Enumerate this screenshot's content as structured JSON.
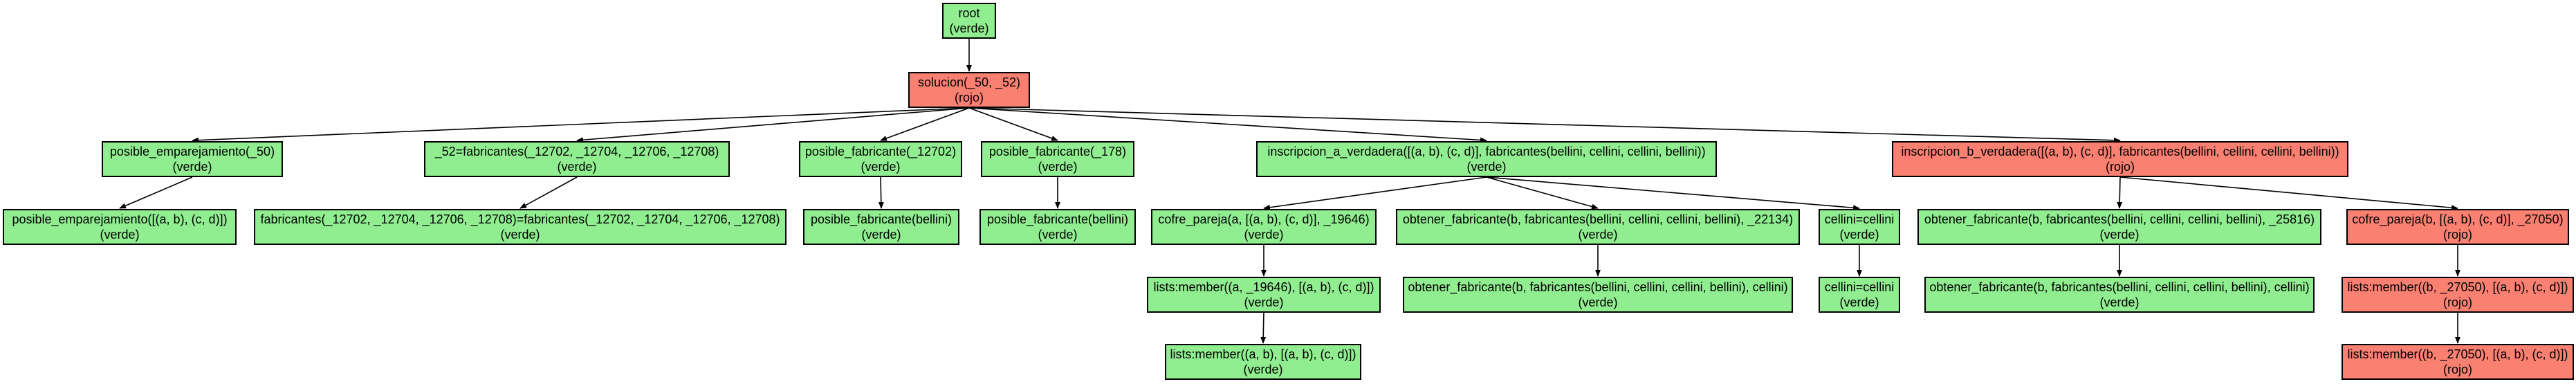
{
  "colors": {
    "verde": "#90ee90",
    "rojo": "#fa8072",
    "edge": "#000000"
  },
  "nodes": {
    "root": {
      "label": "root",
      "status": "(verde)",
      "color": "verde"
    },
    "solucion": {
      "label": "solucion(_50, _52)",
      "status": "(rojo)",
      "color": "rojo"
    },
    "pos_emp": {
      "label": "posible_emparejamiento(_50)",
      "status": "(verde)",
      "color": "verde"
    },
    "fab52": {
      "label": "_52=fabricantes(_12702, _12704, _12706, _12708)",
      "status": "(verde)",
      "color": "verde"
    },
    "pos_fab_12702": {
      "label": "posible_fabricante(_12702)",
      "status": "(verde)",
      "color": "verde"
    },
    "pos_fab_178": {
      "label": "posible_fabricante(_178)",
      "status": "(verde)",
      "color": "verde"
    },
    "insc_a": {
      "label": "inscripcion_a_verdadera([(a, b), (c, d)], fabricantes(bellini, cellini, cellini, bellini))",
      "status": "(verde)",
      "color": "verde"
    },
    "insc_b": {
      "label": "inscripcion_b_verdadera([(a, b), (c, d)], fabricantes(bellini, cellini, cellini, bellini))",
      "status": "(rojo)",
      "color": "rojo"
    },
    "pos_emp_val": {
      "label": "posible_emparejamiento([(a, b), (c, d)])",
      "status": "(verde)",
      "color": "verde"
    },
    "fab_eq": {
      "label": "fabricantes(_12702, _12704, _12706, _12708)=fabricantes(_12702, _12704, _12706, _12708)",
      "status": "(verde)",
      "color": "verde"
    },
    "pos_fab_bellini_1": {
      "label": "posible_fabricante(bellini)",
      "status": "(verde)",
      "color": "verde"
    },
    "pos_fab_bellini_2": {
      "label": "posible_fabricante(bellini)",
      "status": "(verde)",
      "color": "verde"
    },
    "cofre_a": {
      "label": "cofre_pareja(a, [(a, b), (c, d)], _19646)",
      "status": "(verde)",
      "color": "verde"
    },
    "obt_fab_a": {
      "label": "obtener_fabricante(b, fabricantes(bellini, cellini, cellini, bellini), _22134)",
      "status": "(verde)",
      "color": "verde"
    },
    "cellini_eq": {
      "label": "cellini=cellini",
      "status": "(verde)",
      "color": "verde"
    },
    "obt_fab_b": {
      "label": "obtener_fabricante(b, fabricantes(bellini, cellini, cellini, bellini), _25816)",
      "status": "(verde)",
      "color": "verde"
    },
    "cofre_b": {
      "label": "cofre_pareja(b, [(a, b), (c, d)], _27050)",
      "status": "(rojo)",
      "color": "rojo"
    },
    "member_a": {
      "label": "lists:member((a, _19646), [(a, b), (c, d)])",
      "status": "(verde)",
      "color": "verde"
    },
    "obt_fab_a_res": {
      "label": "obtener_fabricante(b, fabricantes(bellini, cellini, cellini, bellini), cellini)",
      "status": "(verde)",
      "color": "verde"
    },
    "cellini_eq_2": {
      "label": "cellini=cellini",
      "status": "(verde)",
      "color": "verde"
    },
    "obt_fab_b_res": {
      "label": "obtener_fabricante(b, fabricantes(bellini, cellini, cellini, bellini), cellini)",
      "status": "(verde)",
      "color": "verde"
    },
    "member_b": {
      "label": "lists:member((b, _27050), [(a, b), (c, d)])",
      "status": "(rojo)",
      "color": "rojo"
    },
    "member_a_res": {
      "label": "lists:member((a, b), [(a, b), (c, d)])",
      "status": "(verde)",
      "color": "verde"
    },
    "member_b_res": {
      "label": "lists:member((b, _27050), [(a, b), (c, d)])",
      "status": "(rojo)",
      "color": "rojo"
    }
  },
  "edges": [
    [
      "root",
      "solucion"
    ],
    [
      "solucion",
      "pos_emp"
    ],
    [
      "solucion",
      "fab52"
    ],
    [
      "solucion",
      "pos_fab_12702"
    ],
    [
      "solucion",
      "pos_fab_178"
    ],
    [
      "solucion",
      "insc_a"
    ],
    [
      "solucion",
      "insc_b"
    ],
    [
      "pos_emp",
      "pos_emp_val"
    ],
    [
      "fab52",
      "fab_eq"
    ],
    [
      "pos_fab_12702",
      "pos_fab_bellini_1"
    ],
    [
      "pos_fab_178",
      "pos_fab_bellini_2"
    ],
    [
      "insc_a",
      "cofre_a"
    ],
    [
      "insc_a",
      "obt_fab_a"
    ],
    [
      "insc_a",
      "cellini_eq"
    ],
    [
      "insc_b",
      "obt_fab_b"
    ],
    [
      "insc_b",
      "cofre_b"
    ],
    [
      "cofre_a",
      "member_a"
    ],
    [
      "obt_fab_a",
      "obt_fab_a_res"
    ],
    [
      "cellini_eq",
      "cellini_eq_2"
    ],
    [
      "obt_fab_b",
      "obt_fab_b_res"
    ],
    [
      "cofre_b",
      "member_b"
    ],
    [
      "member_a",
      "member_a_res"
    ],
    [
      "member_b",
      "member_b_res"
    ]
  ]
}
